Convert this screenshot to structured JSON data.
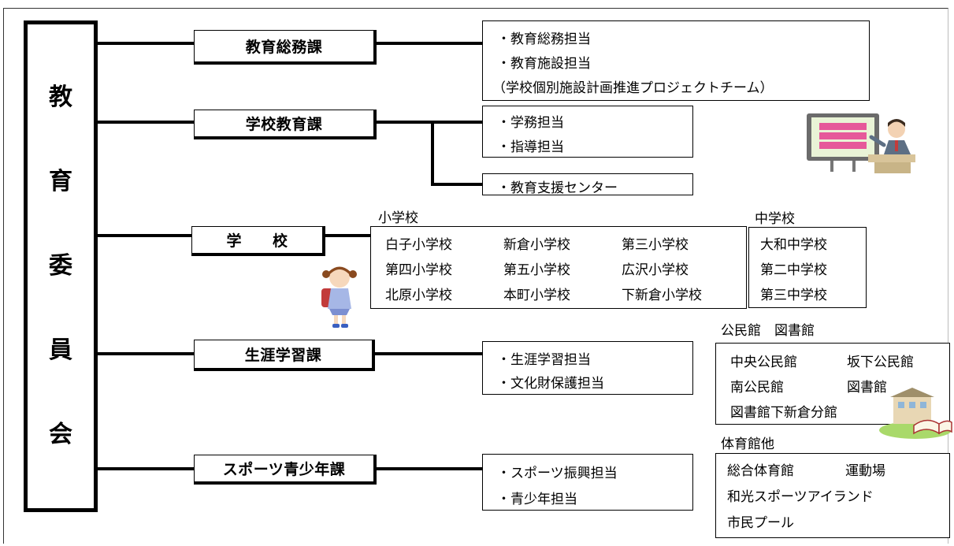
{
  "board": {
    "chars": [
      "教",
      "育",
      "委",
      "員",
      "会"
    ]
  },
  "departments": [
    {
      "name": "教育総務課",
      "duties": [
        "・教育総務担当",
        "・教育施設担当",
        "（学校個別施設計画推進プロジェクトチーム）"
      ]
    },
    {
      "name": "学校教育課",
      "duties": [
        "・学務担当",
        "・指導担当"
      ],
      "sub": "・教育支援センター"
    },
    {
      "name": "学　　校"
    },
    {
      "name": "生涯学習課",
      "duties": [
        "・生涯学習担当",
        "・文化財保護担当"
      ]
    },
    {
      "name": "スポーツ青少年課",
      "duties": [
        "・スポーツ振興担当",
        "・青少年担当"
      ]
    }
  ],
  "schools": {
    "elementary_label": "小学校",
    "elementary": [
      "白子小学校",
      "新倉小学校",
      "第三小学校",
      "第四小学校",
      "第五小学校",
      "広沢小学校",
      "北原小学校",
      "本町小学校",
      "下新倉小学校"
    ],
    "junior_label": "中学校",
    "junior": [
      "大和中学校",
      "第二中学校",
      "第三中学校"
    ]
  },
  "facilities": {
    "kominkan_label": "公民館　図書館",
    "kominkan": [
      "中央公民館",
      "坂下公民館",
      "南公民館",
      "図書館",
      "図書館下新倉分館"
    ],
    "sports_label": "体育館他",
    "sports": [
      "総合体育館",
      "運動場",
      "和光スポーツアイランド",
      "市民プール"
    ]
  },
  "icons": [
    "teacher-illustration-icon",
    "schoolgirl-illustration-icon",
    "library-illustration-icon"
  ]
}
